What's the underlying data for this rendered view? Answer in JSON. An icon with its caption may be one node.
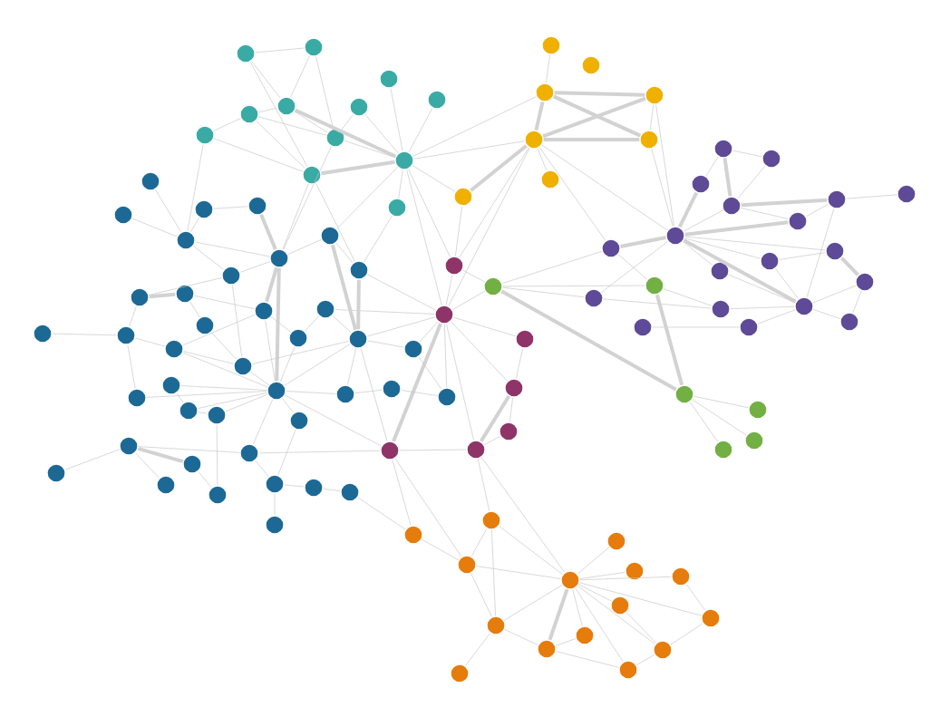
{
  "diagram": {
    "nodes": [
      {
        "text": [],
        "shape": "circle"
      },
      {
        "text": [],
        "shape": "circle"
      },
      {
        "text": [],
        "shape": "circle"
      },
      {
        "text": [],
        "shape": "circle"
      },
      {
        "text": [],
        "shape": "circle"
      },
      {
        "text": [],
        "shape": "circle"
      },
      {
        "text": [],
        "shape": "circle"
      },
      {
        "text": [],
        "shape": "circle"
      },
      {
        "text": [],
        "shape": "circle"
      },
      {
        "text": [],
        "shape": "circle"
      },
      {
        "text": [],
        "shape": "circle"
      },
      {
        "text": [],
        "shape": "circle"
      },
      {
        "text": [],
        "shape": "circle"
      },
      {
        "text": [],
        "shape": "circle"
      },
      {
        "text": [],
        "shape": "circle"
      },
      {
        "text": [],
        "shape": "circle"
      },
      {
        "text": [],
        "shape": "circle"
      },
      {
        "text": [],
        "shape": "circle"
      },
      {
        "text": [],
        "shape": "circle"
      },
      {
        "text": [],
        "shape": "circle"
      },
      {
        "text": [],
        "shape": "circle"
      },
      {
        "text": [],
        "shape": "circle"
      },
      {
        "text": [],
        "shape": "circle"
      },
      {
        "text": [],
        "shape": "circle"
      },
      {
        "text": [],
        "shape": "circle"
      },
      {
        "text": [],
        "shape": "circle"
      },
      {
        "text": [],
        "shape": "circle"
      },
      {
        "text": [],
        "shape": "circle"
      },
      {
        "text": [],
        "shape": "circle"
      },
      {
        "text": [],
        "shape": "circle"
      },
      {
        "text": [],
        "shape": "circle"
      },
      {
        "text": [],
        "shape": "circle"
      },
      {
        "text": [],
        "shape": "circle"
      },
      {
        "text": [],
        "shape": "circle"
      },
      {
        "text": [],
        "shape": "circle"
      },
      {
        "text": [],
        "shape": "circle"
      },
      {
        "text": [],
        "shape": "circle"
      },
      {
        "text": [],
        "shape": "circle"
      },
      {
        "text": [],
        "shape": "circle"
      },
      {
        "text": [],
        "shape": "circle"
      },
      {
        "text": [],
        "shape": "circle"
      },
      {
        "text": [],
        "shape": "circle"
      },
      {
        "text": [],
        "shape": "circle"
      },
      {
        "text": [],
        "shape": "circle"
      },
      {
        "text": [],
        "shape": "circle"
      },
      {
        "text": [],
        "shape": "circle"
      },
      {
        "text": [],
        "shape": "circle"
      },
      {
        "text": [],
        "shape": "circle"
      },
      {
        "text": [],
        "shape": "circle"
      },
      {
        "text": [],
        "shape": "circle"
      },
      {
        "text": [],
        "shape": "circle"
      },
      {
        "text": [],
        "shape": "circle"
      },
      {
        "text": [],
        "shape": "circle"
      },
      {
        "text": [],
        "shape": "circle"
      },
      {
        "text": [],
        "shape": "circle"
      },
      {
        "text": [],
        "shape": "circle"
      },
      {
        "text": [],
        "shape": "circle"
      },
      {
        "text": [],
        "shape": "circle"
      },
      {
        "text": [],
        "shape": "circle"
      },
      {
        "text": [],
        "shape": "circle"
      },
      {
        "text": [],
        "shape": "circle"
      },
      {
        "text": [],
        "shape": "circle"
      },
      {
        "text": [],
        "shape": "circle"
      },
      {
        "text": [],
        "shape": "circle"
      },
      {
        "text": [],
        "shape": "circle"
      },
      {
        "text": [],
        "shape": "circle"
      },
      {
        "text": [],
        "shape": "circle"
      },
      {
        "text": [],
        "shape": "circle"
      },
      {
        "text": [],
        "shape": "circle"
      },
      {
        "text": [],
        "shape": "circle"
      },
      {
        "text": [],
        "shape": "circle"
      },
      {
        "text": [],
        "shape": "circle"
      },
      {
        "text": [],
        "shape": "circle"
      },
      {
        "text": [],
        "shape": "circle"
      },
      {
        "text": [],
        "shape": "circle"
      },
      {
        "text": [],
        "shape": "circle"
      },
      {
        "text": [],
        "shape": "circle"
      },
      {
        "text": [],
        "shape": "circle"
      },
      {
        "text": [],
        "shape": "circle"
      },
      {
        "text": [],
        "shape": "circle"
      },
      {
        "text": [],
        "shape": "circle"
      },
      {
        "text": [],
        "shape": "circle"
      },
      {
        "text": [],
        "shape": "circle"
      },
      {
        "text": [],
        "shape": "circle"
      },
      {
        "text": [],
        "shape": "circle"
      },
      {
        "text": [],
        "shape": "circle"
      },
      {
        "text": [],
        "shape": "circle"
      },
      {
        "text": [],
        "shape": "circle"
      },
      {
        "text": [],
        "shape": "circle"
      },
      {
        "text": [],
        "shape": "circle"
      },
      {
        "text": [],
        "shape": "circle"
      },
      {
        "text": [],
        "shape": "circle"
      },
      {
        "text": [],
        "shape": "circle"
      },
      {
        "text": [],
        "shape": "circle"
      },
      {
        "text": [],
        "shape": "circle"
      },
      {
        "text": [],
        "shape": "circle"
      },
      {
        "text": [],
        "shape": "circle"
      },
      {
        "text": [],
        "shape": "circle"
      },
      {
        "text": [],
        "shape": "circle"
      },
      {
        "text": [],
        "shape": "circle"
      },
      {
        "text": [],
        "shape": "circle"
      },
      {
        "text": [],
        "shape": "circle"
      },
      {
        "text": [],
        "shape": "circle"
      },
      {
        "text": [],
        "shape": "circle"
      },
      {
        "text": [],
        "shape": "circle"
      },
      {
        "text": [],
        "shape": "circle"
      },
      {
        "text": [],
        "shape": "circle"
      }
    ],
    "edges": [
      {
        "from": 0,
        "to": 4,
        "arrow": "none"
      },
      {
        "from": 0,
        "to": 1,
        "arrow": "none"
      },
      {
        "from": 1,
        "to": 4,
        "arrow": "none"
      },
      {
        "from": 1,
        "to": 8,
        "arrow": "none"
      },
      {
        "from": 0,
        "to": 10,
        "arrow": "none"
      },
      {
        "from": 4,
        "to": 9,
        "arrow": "none",
        "style": "thick"
      },
      {
        "from": 6,
        "to": 4,
        "arrow": "none"
      },
      {
        "from": 6,
        "to": 10,
        "arrow": "none"
      },
      {
        "from": 7,
        "to": 6,
        "arrow": "none"
      },
      {
        "from": 7,
        "to": 10,
        "arrow": "none"
      },
      {
        "from": 8,
        "to": 9,
        "arrow": "none"
      },
      {
        "from": 8,
        "to": 5,
        "arrow": "none"
      },
      {
        "from": 5,
        "to": 9,
        "arrow": "none"
      },
      {
        "from": 2,
        "to": 9,
        "arrow": "none"
      },
      {
        "from": 3,
        "to": 9,
        "arrow": "none"
      },
      {
        "from": 10,
        "to": 9,
        "arrow": "none",
        "style": "thick"
      },
      {
        "from": 4,
        "to": 8,
        "arrow": "none"
      },
      {
        "from": 6,
        "to": 8,
        "arrow": "none"
      },
      {
        "from": 11,
        "to": 9,
        "arrow": "none"
      },
      {
        "from": 9,
        "to": 16,
        "arrow": "none"
      },
      {
        "from": 9,
        "to": 14,
        "arrow": "none"
      },
      {
        "from": 9,
        "to": 19,
        "arrow": "none"
      },
      {
        "from": 9,
        "to": 46,
        "arrow": "none"
      },
      {
        "from": 9,
        "to": 45,
        "arrow": "none"
      },
      {
        "from": 9,
        "to": 57,
        "arrow": "none"
      },
      {
        "from": 10,
        "to": 58,
        "arrow": "none"
      },
      {
        "from": 8,
        "to": 58,
        "arrow": "none"
      },
      {
        "from": 10,
        "to": 60,
        "arrow": "none"
      },
      {
        "from": 7,
        "to": 56,
        "arrow": "none"
      },
      {
        "from": 11,
        "to": 60,
        "arrow": "none"
      },
      {
        "from": 12,
        "to": 14,
        "arrow": "none"
      },
      {
        "from": 14,
        "to": 15,
        "arrow": "none",
        "style": "thick"
      },
      {
        "from": 14,
        "to": 16,
        "arrow": "none",
        "style": "thick"
      },
      {
        "from": 15,
        "to": 17,
        "arrow": "none"
      },
      {
        "from": 16,
        "to": 17,
        "arrow": "none",
        "style": "thick"
      },
      {
        "from": 14,
        "to": 17,
        "arrow": "none",
        "style": "thick"
      },
      {
        "from": 16,
        "to": 15,
        "arrow": "none",
        "style": "thick"
      },
      {
        "from": 16,
        "to": 18,
        "arrow": "none"
      },
      {
        "from": 16,
        "to": 19,
        "arrow": "none",
        "style": "thick"
      },
      {
        "from": 16,
        "to": 27,
        "arrow": "none"
      },
      {
        "from": 17,
        "to": 27,
        "arrow": "none"
      },
      {
        "from": 15,
        "to": 27,
        "arrow": "none"
      },
      {
        "from": 16,
        "to": 45,
        "arrow": "none"
      },
      {
        "from": 16,
        "to": 46,
        "arrow": "none"
      },
      {
        "from": 19,
        "to": 45,
        "arrow": "none"
      },
      {
        "from": 16,
        "to": 28,
        "arrow": "none"
      },
      {
        "from": 20,
        "to": 21,
        "arrow": "none"
      },
      {
        "from": 20,
        "to": 22,
        "arrow": "none"
      },
      {
        "from": 20,
        "to": 23,
        "arrow": "none",
        "style": "thick"
      },
      {
        "from": 21,
        "to": 23,
        "arrow": "none"
      },
      {
        "from": 22,
        "to": 27,
        "arrow": "none",
        "style": "thick"
      },
      {
        "from": 23,
        "to": 27,
        "arrow": "none"
      },
      {
        "from": 23,
        "to": 24,
        "arrow": "none",
        "style": "thick"
      },
      {
        "from": 24,
        "to": 25,
        "arrow": "none"
      },
      {
        "from": 24,
        "to": 26,
        "arrow": "none"
      },
      {
        "from": 26,
        "to": 27,
        "arrow": "none",
        "style": "thick"
      },
      {
        "from": 27,
        "to": 28,
        "arrow": "none",
        "style": "thick"
      },
      {
        "from": 27,
        "to": 29,
        "arrow": "none"
      },
      {
        "from": 27,
        "to": 30,
        "arrow": "none"
      },
      {
        "from": 27,
        "to": 31,
        "arrow": "none"
      },
      {
        "from": 27,
        "to": 35,
        "arrow": "none",
        "style": "thick"
      },
      {
        "from": 29,
        "to": 32,
        "arrow": "none",
        "style": "thick"
      },
      {
        "from": 30,
        "to": 35,
        "arrow": "none"
      },
      {
        "from": 31,
        "to": 35,
        "arrow": "none"
      },
      {
        "from": 32,
        "to": 35,
        "arrow": "none"
      },
      {
        "from": 32,
        "to": 38,
        "arrow": "none"
      },
      {
        "from": 34,
        "to": 35,
        "arrow": "none"
      },
      {
        "from": 36,
        "to": 37,
        "arrow": "none"
      },
      {
        "from": 35,
        "to": 37,
        "arrow": "none"
      },
      {
        "from": 35,
        "to": 38,
        "arrow": "none"
      },
      {
        "from": 26,
        "to": 23,
        "arrow": "none"
      },
      {
        "from": 24,
        "to": 35,
        "arrow": "none"
      },
      {
        "from": 33,
        "to": 34,
        "arrow": "none"
      },
      {
        "from": 28,
        "to": 39,
        "arrow": "none"
      },
      {
        "from": 28,
        "to": 40,
        "arrow": "none"
      },
      {
        "from": 33,
        "to": 27,
        "arrow": "none"
      },
      {
        "from": 40,
        "to": 34,
        "arrow": "none"
      },
      {
        "from": 29,
        "to": 30,
        "arrow": "none"
      },
      {
        "from": 39,
        "to": 40,
        "arrow": "none"
      },
      {
        "from": 39,
        "to": 45,
        "arrow": "none"
      },
      {
        "from": 39,
        "to": 46,
        "arrow": "none"
      },
      {
        "from": 39,
        "to": 41,
        "arrow": "none",
        "style": "thick"
      },
      {
        "from": 40,
        "to": 41,
        "arrow": "none",
        "style": "thick"
      },
      {
        "from": 41,
        "to": 42,
        "arrow": "none"
      },
      {
        "from": 41,
        "to": 43,
        "arrow": "none"
      },
      {
        "from": 41,
        "to": 44,
        "arrow": "none"
      },
      {
        "from": 39,
        "to": 33,
        "arrow": "none"
      },
      {
        "from": 45,
        "to": 46,
        "arrow": "none"
      },
      {
        "from": 46,
        "to": 47,
        "arrow": "none"
      },
      {
        "from": 46,
        "to": 48,
        "arrow": "none"
      },
      {
        "from": 46,
        "to": 50,
        "arrow": "none",
        "style": "thick"
      },
      {
        "from": 46,
        "to": 51,
        "arrow": "none"
      },
      {
        "from": 47,
        "to": 48,
        "arrow": "none"
      },
      {
        "from": 48,
        "to": 51,
        "arrow": "none",
        "style": "thick"
      },
      {
        "from": 48,
        "to": 49,
        "arrow": "none"
      },
      {
        "from": 49,
        "to": 51,
        "arrow": "none"
      },
      {
        "from": 50,
        "to": 51,
        "arrow": "none"
      },
      {
        "from": 46,
        "to": 70,
        "arrow": "none"
      },
      {
        "from": 46,
        "to": 60,
        "arrow": "none"
      },
      {
        "from": 46,
        "to": 64,
        "arrow": "none"
      },
      {
        "from": 46,
        "to": 71,
        "arrow": "none"
      },
      {
        "from": 46,
        "to": 78,
        "arrow": "none"
      },
      {
        "from": 50,
        "to": 75,
        "arrow": "none"
      },
      {
        "from": 50,
        "to": 70,
        "arrow": "none"
      },
      {
        "from": 50,
        "to": 83,
        "arrow": "none"
      },
      {
        "from": 51,
        "to": 92,
        "arrow": "none"
      },
      {
        "from": 50,
        "to": 93,
        "arrow": "none"
      },
      {
        "from": 52,
        "to": 56,
        "arrow": "none"
      },
      {
        "from": 53,
        "to": 56,
        "arrow": "none"
      },
      {
        "from": 54,
        "to": 56,
        "arrow": "none"
      },
      {
        "from": 55,
        "to": 58,
        "arrow": "none",
        "style": "thick"
      },
      {
        "from": 54,
        "to": 55,
        "arrow": "none"
      },
      {
        "from": 56,
        "to": 58,
        "arrow": "none"
      },
      {
        "from": 56,
        "to": 59,
        "arrow": "none"
      },
      {
        "from": 57,
        "to": 58,
        "arrow": "none"
      },
      {
        "from": 57,
        "to": 70,
        "arrow": "none",
        "style": "thick"
      },
      {
        "from": 57,
        "to": 60,
        "arrow": "none"
      },
      {
        "from": 58,
        "to": 63,
        "arrow": "none",
        "style": "thick"
      },
      {
        "from": 58,
        "to": 75,
        "arrow": "none",
        "style": "thick"
      },
      {
        "from": 58,
        "to": 59,
        "arrow": "none"
      },
      {
        "from": 59,
        "to": 61,
        "arrow": "none"
      },
      {
        "from": 61,
        "to": 62,
        "arrow": "none",
        "style": "thick"
      },
      {
        "from": 62,
        "to": 63,
        "arrow": "none"
      },
      {
        "from": 61,
        "to": 67,
        "arrow": "none"
      },
      {
        "from": 63,
        "to": 75,
        "arrow": "none"
      },
      {
        "from": 63,
        "to": 69,
        "arrow": "none"
      },
      {
        "from": 64,
        "to": 70,
        "arrow": "none"
      },
      {
        "from": 65,
        "to": 72,
        "arrow": "none"
      },
      {
        "from": 66,
        "to": 67,
        "arrow": "none"
      },
      {
        "from": 67,
        "to": 68,
        "arrow": "none"
      },
      {
        "from": 67,
        "to": 74,
        "arrow": "none"
      },
      {
        "from": 68,
        "to": 75,
        "arrow": "none"
      },
      {
        "from": 68,
        "to": 72,
        "arrow": "none"
      },
      {
        "from": 69,
        "to": 75,
        "arrow": "none"
      },
      {
        "from": 70,
        "to": 75,
        "arrow": "none"
      },
      {
        "from": 70,
        "to": 76,
        "arrow": "none"
      },
      {
        "from": 70,
        "to": 71,
        "arrow": "none"
      },
      {
        "from": 70,
        "to": 72,
        "arrow": "none"
      },
      {
        "from": 72,
        "to": 75,
        "arrow": "none"
      },
      {
        "from": 73,
        "to": 75,
        "arrow": "none"
      },
      {
        "from": 74,
        "to": 75,
        "arrow": "none"
      },
      {
        "from": 75,
        "to": 79,
        "arrow": "none"
      },
      {
        "from": 75,
        "to": 80,
        "arrow": "none"
      },
      {
        "from": 75,
        "to": 81,
        "arrow": "none"
      },
      {
        "from": 75,
        "to": 83,
        "arrow": "none"
      },
      {
        "from": 75,
        "to": 76,
        "arrow": "none"
      },
      {
        "from": 76,
        "to": 77,
        "arrow": "none"
      },
      {
        "from": 77,
        "to": 78,
        "arrow": "none"
      },
      {
        "from": 78,
        "to": 71,
        "arrow": "none"
      },
      {
        "from": 79,
        "to": 80,
        "arrow": "none"
      },
      {
        "from": 82,
        "to": 84,
        "arrow": "none",
        "style": "thick"
      },
      {
        "from": 82,
        "to": 83,
        "arrow": "none"
      },
      {
        "from": 82,
        "to": 86,
        "arrow": "none"
      },
      {
        "from": 83,
        "to": 87,
        "arrow": "none"
      },
      {
        "from": 84,
        "to": 90,
        "arrow": "none"
      },
      {
        "from": 85,
        "to": 82,
        "arrow": "none"
      },
      {
        "from": 87,
        "to": 88,
        "arrow": "none"
      },
      {
        "from": 87,
        "to": 91,
        "arrow": "none"
      },
      {
        "from": 88,
        "to": 89,
        "arrow": "none"
      },
      {
        "from": 81,
        "to": 87,
        "arrow": "none"
      },
      {
        "from": 80,
        "to": 90,
        "arrow": "none"
      },
      {
        "from": 73,
        "to": 79,
        "arrow": "none"
      },
      {
        "from": 65,
        "to": 62,
        "arrow": "none"
      },
      {
        "from": 68,
        "to": 63,
        "arrow": "none"
      },
      {
        "from": 64,
        "to": 69,
        "arrow": "none"
      },
      {
        "from": 60,
        "to": 70,
        "arrow": "none",
        "style": "thick"
      },
      {
        "from": 72,
        "to": 59,
        "arrow": "none"
      },
      {
        "from": 92,
        "to": 95,
        "arrow": "none"
      },
      {
        "from": 92,
        "to": 97,
        "arrow": "none"
      },
      {
        "from": 92,
        "to": 101,
        "arrow": "none"
      },
      {
        "from": 93,
        "to": 95,
        "arrow": "none"
      },
      {
        "from": 95,
        "to": 97,
        "arrow": "none"
      },
      {
        "from": 94,
        "to": 97,
        "arrow": "none"
      },
      {
        "from": 96,
        "to": 97,
        "arrow": "none"
      },
      {
        "from": 97,
        "to": 98,
        "arrow": "none"
      },
      {
        "from": 97,
        "to": 99,
        "arrow": "none"
      },
      {
        "from": 97,
        "to": 100,
        "arrow": "none"
      },
      {
        "from": 97,
        "to": 101,
        "arrow": "none"
      },
      {
        "from": 97,
        "to": 102,
        "arrow": "none"
      },
      {
        "from": 97,
        "to": 103,
        "arrow": "none",
        "style": "thick"
      },
      {
        "from": 97,
        "to": 104,
        "arrow": "none"
      },
      {
        "from": 97,
        "to": 105,
        "arrow": "none"
      },
      {
        "from": 98,
        "to": 100,
        "arrow": "none"
      },
      {
        "from": 99,
        "to": 104,
        "arrow": "none"
      },
      {
        "from": 100,
        "to": 104,
        "arrow": "none"
      },
      {
        "from": 101,
        "to": 106,
        "arrow": "none"
      },
      {
        "from": 101,
        "to": 103,
        "arrow": "none"
      },
      {
        "from": 102,
        "to": 103,
        "arrow": "none"
      },
      {
        "from": 103,
        "to": 105,
        "arrow": "none"
      },
      {
        "from": 104,
        "to": 105,
        "arrow": "none"
      },
      {
        "from": 95,
        "to": 101,
        "arrow": "none"
      },
      {
        "from": 89,
        "to": 93,
        "arrow": "none"
      },
      {
        "from": 50,
        "to": 95,
        "arrow": "none"
      },
      {
        "from": 51,
        "to": 97,
        "arrow": "none"
      }
    ]
  }
}
